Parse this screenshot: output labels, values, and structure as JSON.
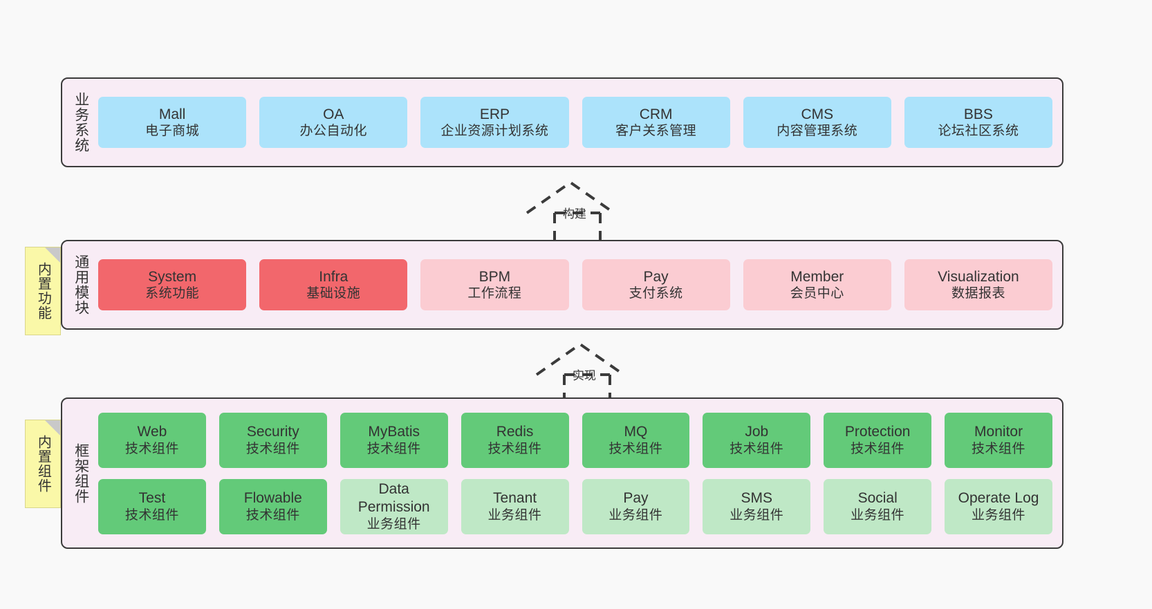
{
  "page": {
    "background": "#f9f9f9",
    "panel_background": "#f8ecf5",
    "panel_border": "#3b3b3b"
  },
  "layers": [
    {
      "id": "business",
      "title": "业务系统",
      "color": "#ace3fb",
      "rows": [
        [
          {
            "en": "Mall",
            "cn": "电子商城"
          },
          {
            "en": "OA",
            "cn": "办公自动化"
          },
          {
            "en": "ERP",
            "cn": "企业资源计划系统"
          },
          {
            "en": "CRM",
            "cn": "客户关系管理"
          },
          {
            "en": "CMS",
            "cn": "内容管理系统"
          },
          {
            "en": "BBS",
            "cn": "论坛社区系统"
          }
        ]
      ]
    },
    {
      "id": "modules",
      "title": "通用模块",
      "color_strong": "#f2676c",
      "color_light": "#fbccd2",
      "note": "内置功能",
      "rows": [
        [
          {
            "en": "System",
            "cn": "系统功能",
            "tone": "strong"
          },
          {
            "en": "Infra",
            "cn": "基础设施",
            "tone": "strong"
          },
          {
            "en": "BPM",
            "cn": "工作流程",
            "tone": "light"
          },
          {
            "en": "Pay",
            "cn": "支付系统",
            "tone": "light"
          },
          {
            "en": "Member",
            "cn": "会员中心",
            "tone": "light"
          },
          {
            "en": "Visualization",
            "cn": "数据报表",
            "tone": "light"
          }
        ]
      ]
    },
    {
      "id": "framework",
      "title": "框架组件",
      "color_strong": "#63ca79",
      "color_light": "#bfe8c6",
      "note": "内置组件",
      "rows": [
        [
          {
            "en": "Web",
            "cn": "技术组件",
            "tone": "strong"
          },
          {
            "en": "Security",
            "cn": "技术组件",
            "tone": "strong"
          },
          {
            "en": "MyBatis",
            "cn": "技术组件",
            "tone": "strong"
          },
          {
            "en": "Redis",
            "cn": "技术组件",
            "tone": "strong"
          },
          {
            "en": "MQ",
            "cn": "技术组件",
            "tone": "strong"
          },
          {
            "en": "Job",
            "cn": "技术组件",
            "tone": "strong"
          },
          {
            "en": "Protection",
            "cn": "技术组件",
            "tone": "strong"
          },
          {
            "en": "Monitor",
            "cn": "技术组件",
            "tone": "strong"
          }
        ],
        [
          {
            "en": "Test",
            "cn": "技术组件",
            "tone": "strong"
          },
          {
            "en": "Flowable",
            "cn": "技术组件",
            "tone": "strong"
          },
          {
            "en": "Data Permission",
            "cn": "业务组件",
            "tone": "light"
          },
          {
            "en": "Tenant",
            "cn": "业务组件",
            "tone": "light"
          },
          {
            "en": "Pay",
            "cn": "业务组件",
            "tone": "light"
          },
          {
            "en": "SMS",
            "cn": "业务组件",
            "tone": "light"
          },
          {
            "en": "Social",
            "cn": "业务组件",
            "tone": "light"
          },
          {
            "en": "Operate Log",
            "cn": "业务组件",
            "tone": "light"
          }
        ]
      ]
    }
  ],
  "arrows": [
    {
      "id": "build",
      "label": "构建",
      "style": "dashed-generalization"
    },
    {
      "id": "impl",
      "label": "实现",
      "style": "dashed-generalization"
    }
  ]
}
